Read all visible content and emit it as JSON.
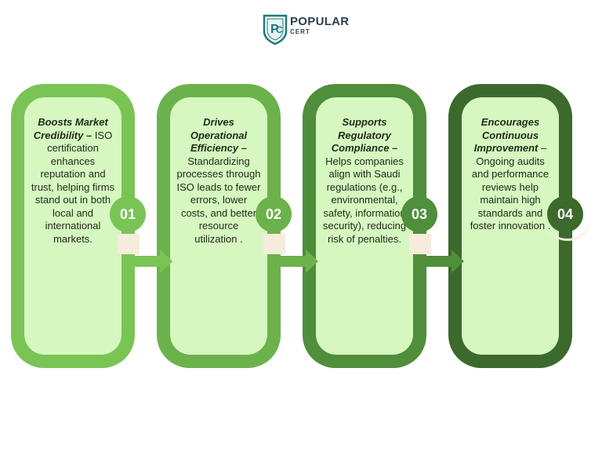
{
  "brand": {
    "name": "POPULAR",
    "sub": "CERT"
  },
  "steps": [
    {
      "number": "01",
      "title": "Boosts Market Credibility –",
      "body": " ISO certification enhances reputation and trust, helping firms stand out in both local and international markets.",
      "color": "#7ac456"
    },
    {
      "number": "02",
      "title": "Drives Operational Efficiency –",
      "body": " Standardizing processes through ISO leads to fewer errors, lower costs, and better resource utilization .",
      "color": "#6cb24c"
    },
    {
      "number": "03",
      "title": "Supports Regulatory Compliance –",
      "body": " Helps companies align with Saudi regulations (e.g., environmental, safety, information security), reducing risk of penalties.",
      "color": "#4f8e3a"
    },
    {
      "number": "04",
      "title": "Encourages Continuous Improvement",
      "body": " – Ongoing audits and performance reviews help maintain high standards and foster innovation .",
      "color": "#3c6a2c"
    }
  ]
}
